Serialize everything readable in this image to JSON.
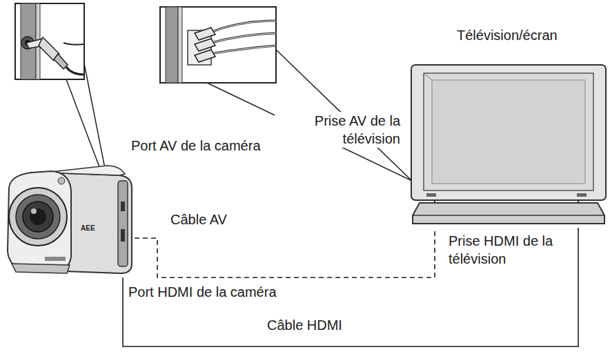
{
  "diagram": {
    "nodes": [
      {
        "text": [
          "AEE"
        ]
      },
      {
        "text": [
          "Télévision/écran"
        ]
      }
    ],
    "edges": [
      {
        "from": 0,
        "to": 1,
        "arrow": "none",
        "label": "Câble AV"
      },
      {
        "from": 0,
        "to": 1,
        "arrow": "none",
        "label": "Câble HDMI"
      }
    ],
    "labels": [
      "Port AV de la caméra",
      "Prise AV de la télévision",
      "Prise HDMI de la télévision",
      "Port HDMI de la caméra"
    ]
  }
}
